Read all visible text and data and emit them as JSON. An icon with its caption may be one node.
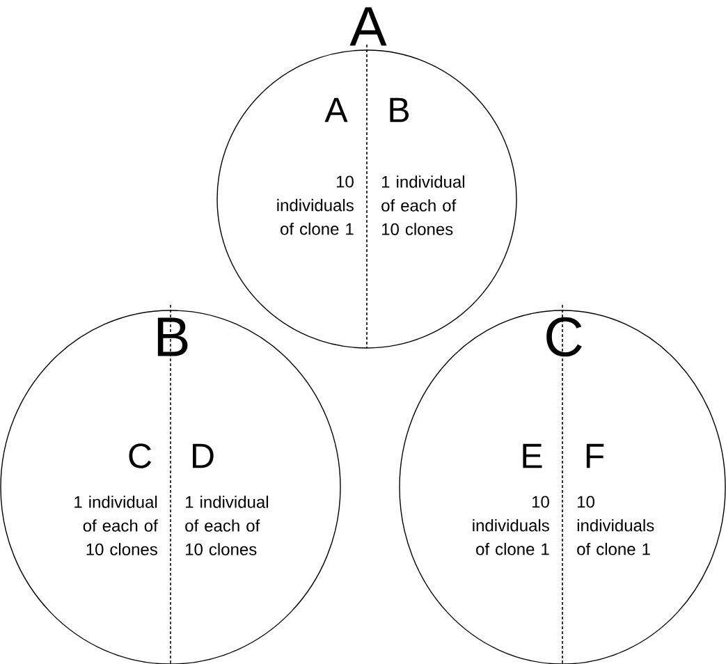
{
  "diagram": {
    "nodes": [
      {
        "text": [
          "A",
          "A",
          "10 individuals of clone 1",
          "B",
          "1 individual of each of 10 clones"
        ]
      },
      {
        "text": [
          "B",
          "C",
          "1 individual of each of 10 clones",
          "D",
          "1 individual of each of 10 clones"
        ]
      },
      {
        "text": [
          "C",
          "E",
          "10 individuals of clone 1",
          "F",
          "10 individuals of clone 1"
        ]
      }
    ]
  }
}
